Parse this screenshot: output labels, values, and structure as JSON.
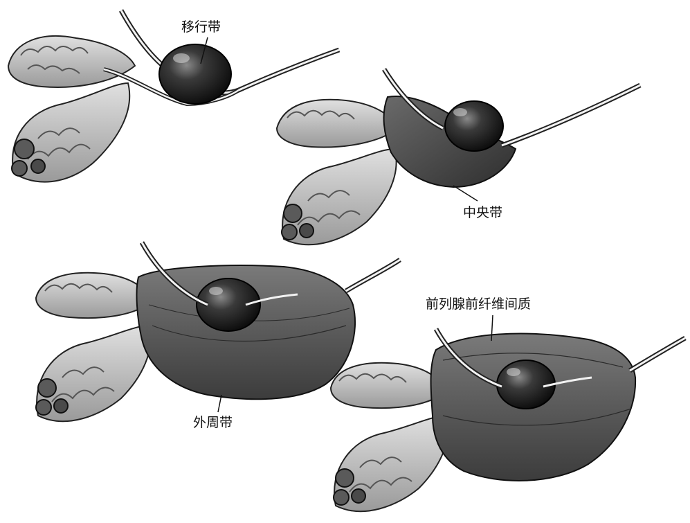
{
  "labels": {
    "transition_zone": "移行带",
    "central_zone": "中央带",
    "peripheral_zone": "外周带",
    "anterior_fibromuscular_stroma": "前列腺前纤维间质"
  }
}
